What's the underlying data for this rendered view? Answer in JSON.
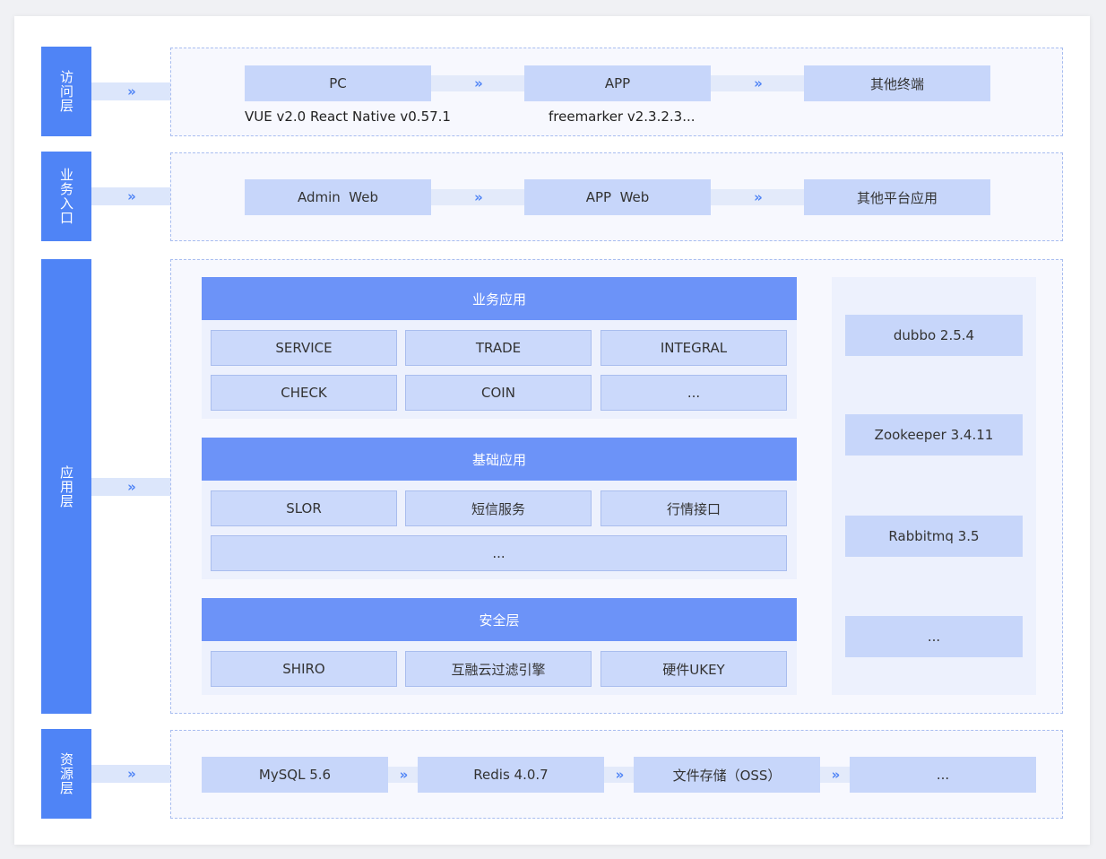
{
  "layers": {
    "access": "访问层",
    "business_entry": "业务入口",
    "application": "应用层",
    "resource": "资源层"
  },
  "arrow_glyph": "»",
  "access": {
    "nodes": [
      "PC",
      "APP",
      "其他终端"
    ],
    "tech_pc": "VUE v2.0 React Native v0.57.1",
    "tech_app": "freemarker v2.3.2.3..."
  },
  "entry": {
    "nodes": [
      "Admin  Web",
      "APP  Web",
      "其他平台应用"
    ]
  },
  "app": {
    "business": {
      "title": "业务应用",
      "cells": [
        "SERVICE",
        "TRADE",
        "INTEGRAL",
        "CHECK",
        "COIN",
        "..."
      ]
    },
    "base": {
      "title": "基础应用",
      "cells": [
        "SLOR",
        "短信服务",
        "行情接口",
        "..."
      ]
    },
    "security": {
      "title": "安全层",
      "cells": [
        "SHIRO",
        "互融云过滤引擎",
        "硬件UKEY"
      ]
    },
    "middleware": [
      "dubbo 2.5.4",
      "Zookeeper 3.4.11",
      "Rabbitmq 3.5",
      "..."
    ]
  },
  "resource": {
    "nodes": [
      "MySQL 5.6",
      "Redis 4.0.7",
      "文件存储（OSS）",
      "..."
    ]
  }
}
